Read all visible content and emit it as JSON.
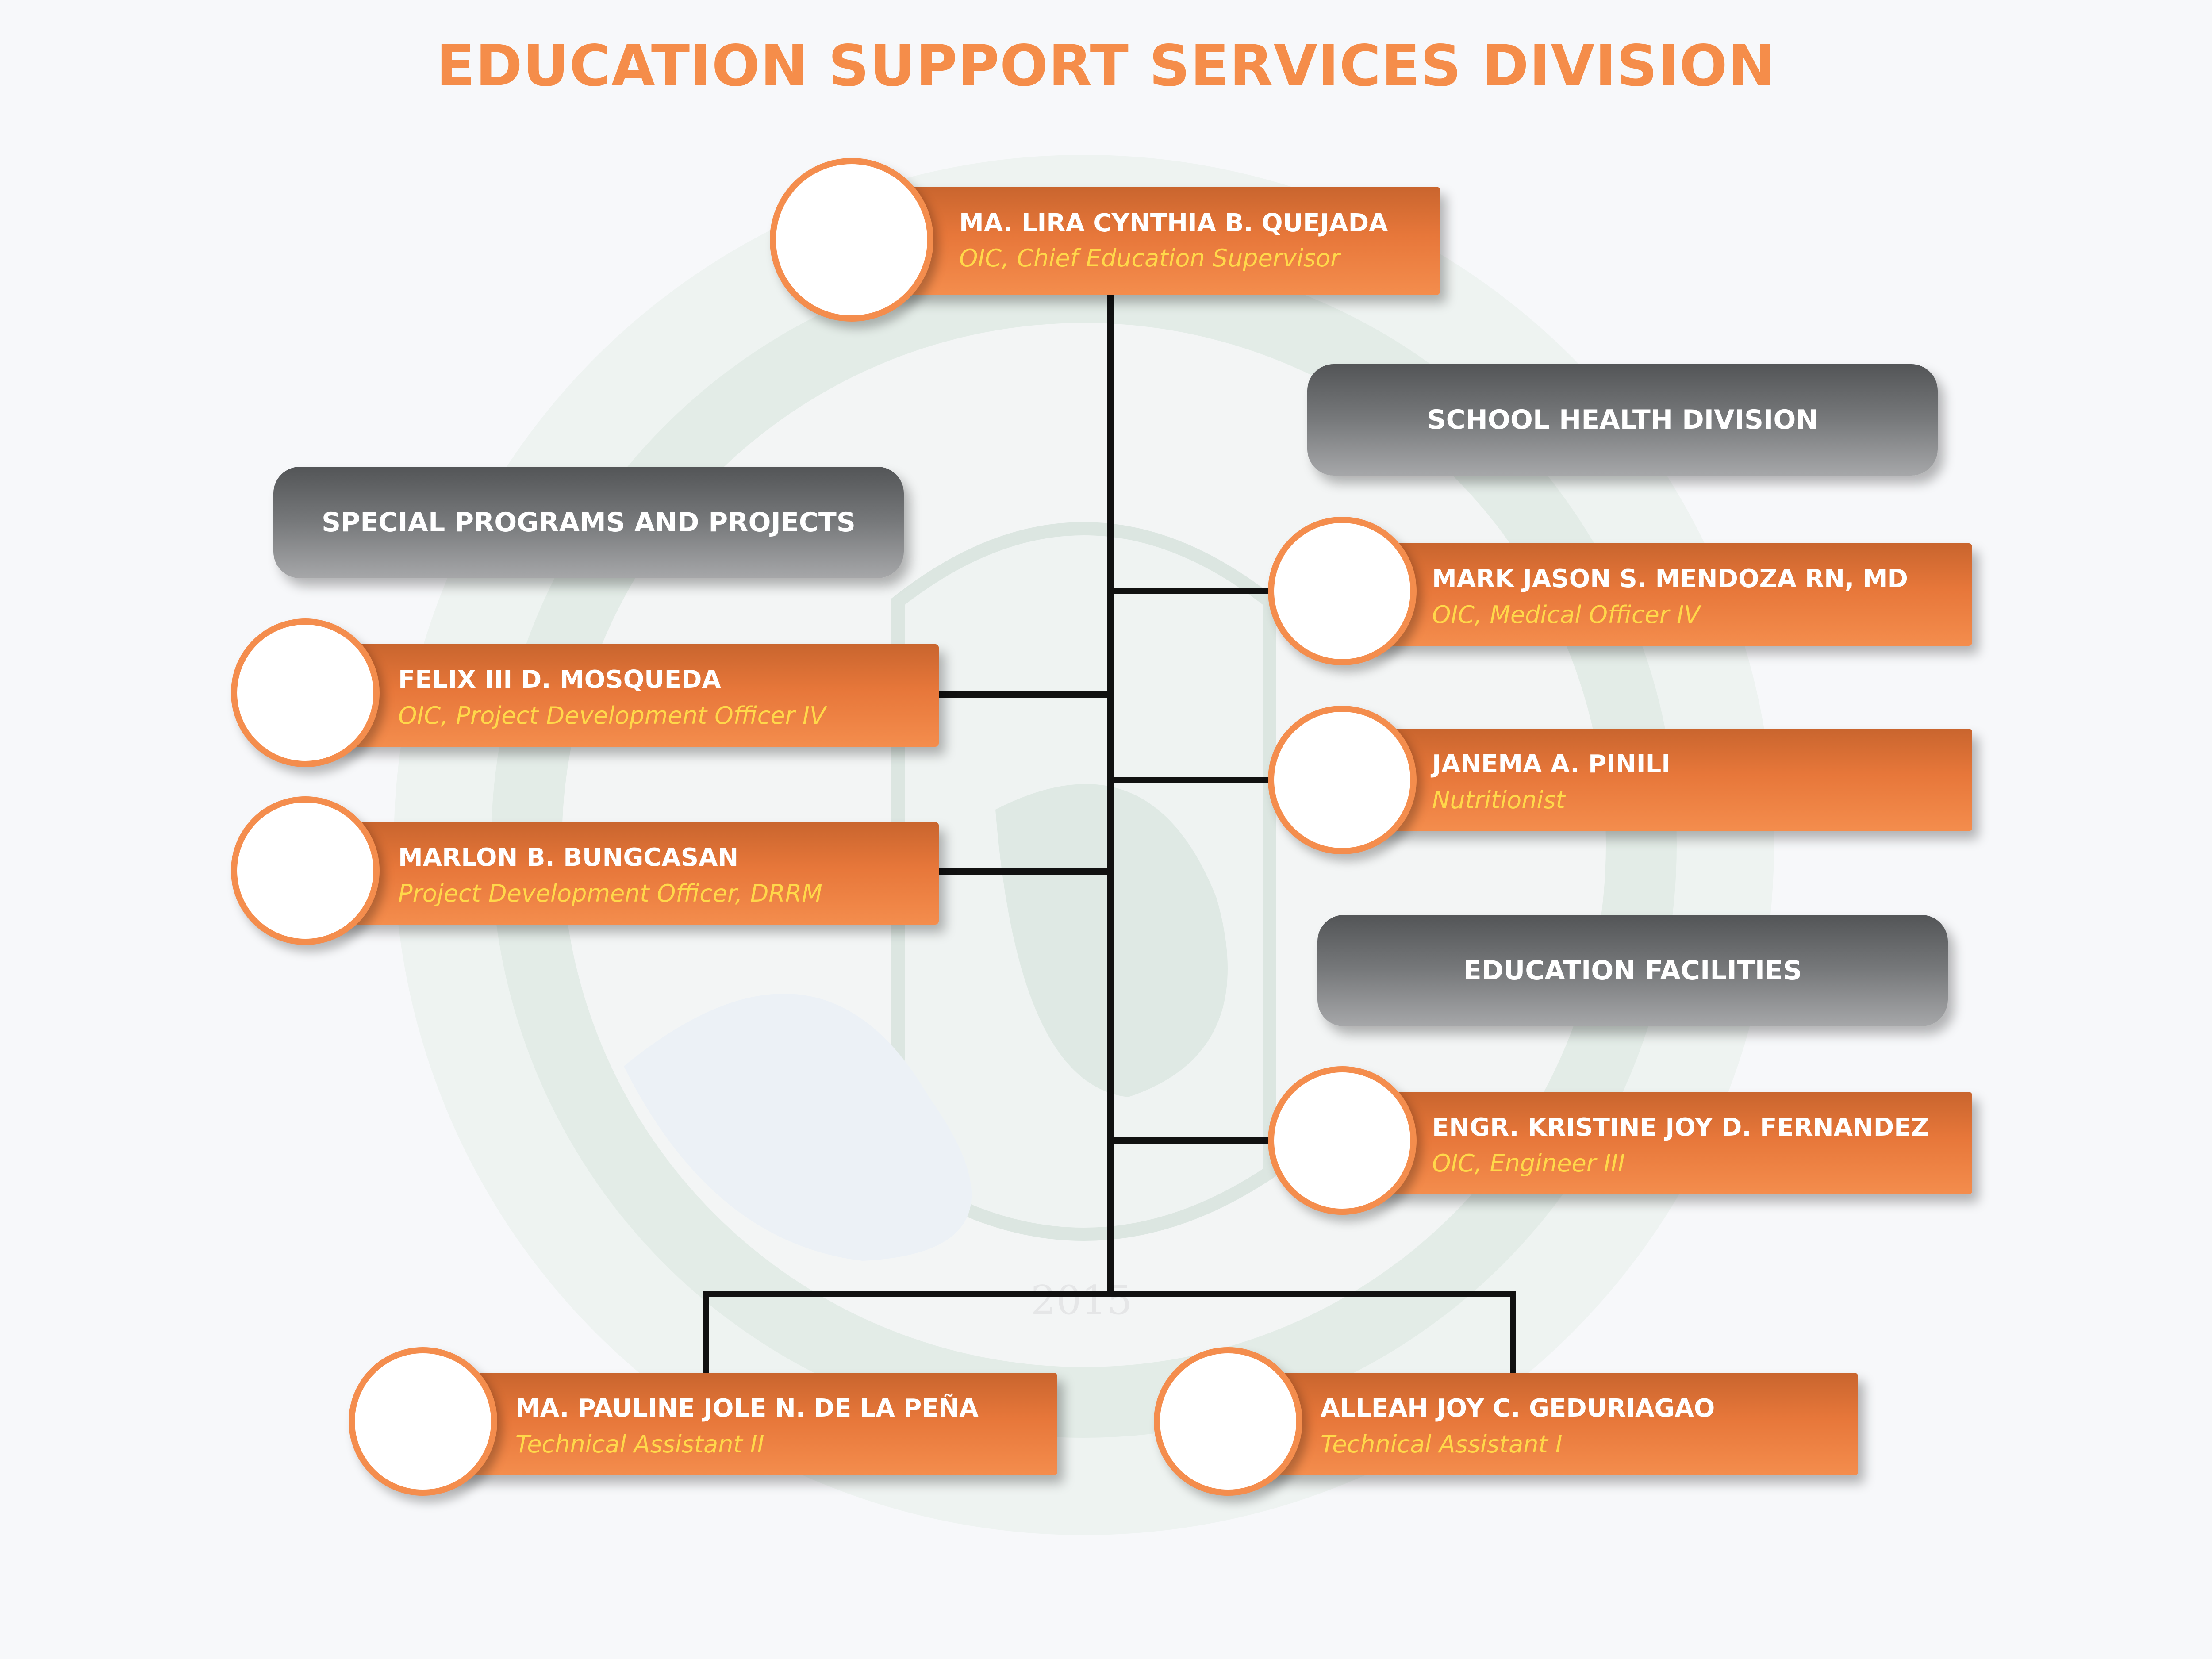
{
  "title": "EDUCATION SUPPORT SERVICES DIVISION",
  "watermark": {
    "year": "2015"
  },
  "colors": {
    "accent": "#f58d4a",
    "role_text": "#ffd84a",
    "connector": "#111111",
    "section_header": "#6e7072"
  },
  "sections": {
    "special_programs": "SPECIAL PROGRAMS AND PROJECTS",
    "school_health": "SCHOOL HEALTH DIVISION",
    "education_facilities": "EDUCATION FACILITIES"
  },
  "people": {
    "chief": {
      "name": "MA. LIRA CYNTHIA B. QUEJADA",
      "role": "OIC, Chief Education Supervisor"
    },
    "mendoza": {
      "name": "MARK JASON S. MENDOZA RN, MD",
      "role": "OIC, Medical Officer IV"
    },
    "pinili": {
      "name": "JANEMA A. PINILI",
      "role": "Nutritionist"
    },
    "mosqueda": {
      "name": "FELIX III D. MOSQUEDA",
      "role": "OIC, Project Development Officer IV"
    },
    "bungcasan": {
      "name": "MARLON B. BUNGCASAN",
      "role": "Project Development Officer, DRRM"
    },
    "fernandez": {
      "name": "ENGR. KRISTINE JOY D. FERNANDEZ",
      "role": "OIC, Engineer III"
    },
    "delapena": {
      "name": "MA. PAULINE JOLE N. DE LA PEÑA",
      "role": "Technical Assistant II"
    },
    "geduriagao": {
      "name": "ALLEAH JOY C. GEDURIAGAO",
      "role": "Technical Assistant I"
    }
  }
}
